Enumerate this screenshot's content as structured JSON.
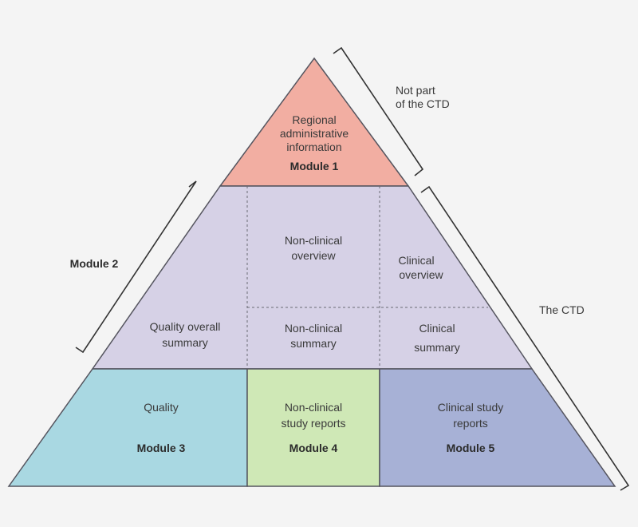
{
  "colors": {
    "background": "#f4f4f4",
    "module1": "#f2aea2",
    "module2": "#d6d1e6",
    "module3": "#a9d8e2",
    "module4": "#cfe8b6",
    "module5": "#a7b1d6",
    "outline": "#55555f"
  },
  "module1": {
    "line1": "Regional",
    "line2": "administrative",
    "line3": "information",
    "title": "Module 1"
  },
  "module2": {
    "title": "Module 2",
    "nonclinical_overview": {
      "line1": "Non-clinical",
      "line2": "overview"
    },
    "clinical_overview": {
      "line1": "Clinical",
      "line2": "overview"
    },
    "quality_overall_summary": {
      "line1": "Quality overall",
      "line2": "summary"
    },
    "nonclinical_summary": {
      "line1": "Non-clinical",
      "line2": "summary"
    },
    "clinical_summary": {
      "line1": "Clinical",
      "line2": "summary"
    }
  },
  "module3": {
    "line1": "Quality",
    "title": "Module 3"
  },
  "module4": {
    "line1": "Non-clinical",
    "line2": "study reports",
    "title": "Module 4"
  },
  "module5": {
    "line1": "Clinical study",
    "line2": "reports",
    "title": "Module 5"
  },
  "brackets": {
    "not_part": {
      "line1": "Not part",
      "line2": "of the CTD"
    },
    "the_ctd": "The CTD"
  }
}
